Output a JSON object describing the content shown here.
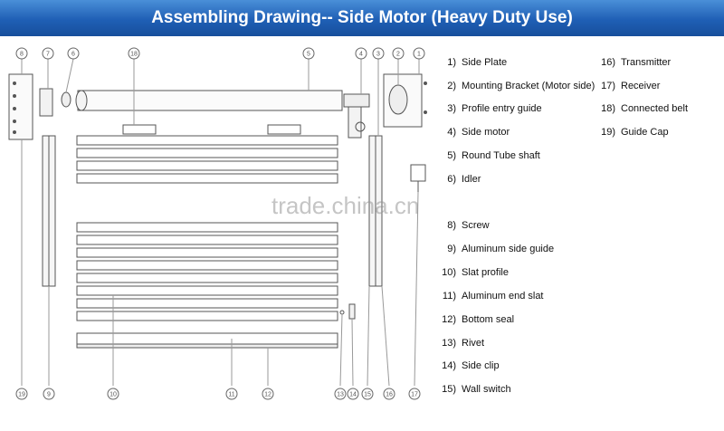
{
  "header": {
    "title": "Assembling Drawing-- Side Motor (Heavy Duty Use)"
  },
  "watermark": "trade.china.cn",
  "parts": [
    {
      "num": "1)",
      "label": "Side Plate"
    },
    {
      "num": "2)",
      "label": "Mounting Bracket (Motor side)"
    },
    {
      "num": "3)",
      "label": "Profile entry guide"
    },
    {
      "num": "4)",
      "label": "Side motor"
    },
    {
      "num": "5)",
      "label": "Round Tube shaft"
    },
    {
      "num": "6)",
      "label": "Idler"
    },
    {
      "num": "8)",
      "label": "Screw"
    },
    {
      "num": "9)",
      "label": "Aluminum side guide"
    },
    {
      "num": "10)",
      "label": "Slat profile"
    },
    {
      "num": "11)",
      "label": "Aluminum end slat"
    },
    {
      "num": "12)",
      "label": "Bottom seal"
    },
    {
      "num": "13)",
      "label": "Rivet"
    },
    {
      "num": "14)",
      "label": "Side clip"
    },
    {
      "num": "15)",
      "label": "Wall switch"
    },
    {
      "num": "16)",
      "label": "Transmitter"
    },
    {
      "num": "17)",
      "label": "Receiver"
    },
    {
      "num": "18)",
      "label": "Connected belt"
    },
    {
      "num": "19)",
      "label": "Guide Cap"
    }
  ],
  "callouts_top": [
    "8",
    "7",
    "6",
    "18",
    "5",
    "4",
    "3",
    "2",
    "1"
  ],
  "callouts_bottom": [
    "19",
    "9",
    "10",
    "11",
    "12",
    "13",
    "14",
    "15",
    "16",
    "17"
  ]
}
